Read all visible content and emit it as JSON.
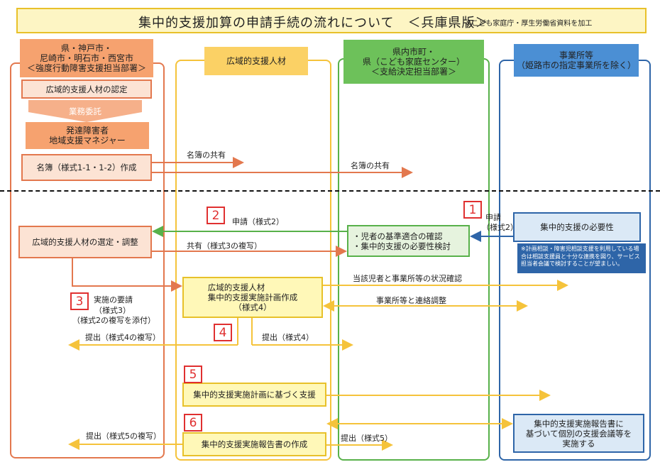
{
  "title": {
    "text": "集中的支援加算の申請手続の流れについて　＜兵庫県版＞",
    "note": "※こども家庭庁・厚生労働省資料を加工"
  },
  "lanes": {
    "a": {
      "line1": "県・神戸市・",
      "line2": "尼崎市・明石市・西宮市",
      "line3": "＜強度行動障害支援担当部署＞"
    },
    "b": {
      "label": "広域的支援人材"
    },
    "c": {
      "line1": "県内市町・",
      "line2": "県（こども家庭センター）",
      "line3": "＜支給決定担当部署＞"
    },
    "d": {
      "line1": "事業所等",
      "line2": "（姫路市の指定事業所を除く）"
    }
  },
  "boxes": {
    "certify": "広域的支援人材の認定",
    "trust": "業務委託",
    "manager1": "発達障害者",
    "manager2": "地域支援マネジャー",
    "roster": "名簿（様式1-1・1-2）作成",
    "select": "広域的支援人材の選定・調整",
    "check1": "・児者の基準適合の確認",
    "check2": "・集中的支援の必要性検討",
    "need": "集中的支援の必要性",
    "need_note": "※計画相談・障害児相談支援を利用している場合は相談支援員と十分な連携を図り、サービス担当者会議で検討することが望ましい。",
    "plan1": "広域的支援人材",
    "plan2": "集中的支援実施計画作成",
    "plan3": "（様式4）",
    "support": "集中的支援実施計画に基づく支援",
    "report": "集中的支援実施報告書の作成",
    "meeting1": "集中的支援実施報告書に",
    "meeting2": "基づいて個別の支援会議等を",
    "meeting3": "実施する"
  },
  "labels": {
    "share1": "名簿の共有",
    "share2": "名簿の共有",
    "apply2": "申請（様式2）",
    "apply1a": "申請",
    "apply1b": "（様式2）",
    "share3": "共有（様式3の複写）",
    "req1": "実施の要請",
    "req2": "（様式3）",
    "req3": "（様式2の複写を添付）",
    "status": "当該児者と事業所等の状況確認",
    "coord": "事業所等と連絡調整",
    "sub4copy": "提出（様式4の複写）",
    "sub4": "提出（様式4）",
    "sub5copy": "提出（様式5の複写）",
    "sub5": "提出（様式5）"
  },
  "steps": [
    "1",
    "2",
    "3",
    "4",
    "5",
    "6"
  ],
  "colors": {
    "orange": "#e3784e",
    "yellow": "#f5c33b",
    "green": "#58b14a",
    "blue": "#2e65a8",
    "red": "#e03030"
  }
}
